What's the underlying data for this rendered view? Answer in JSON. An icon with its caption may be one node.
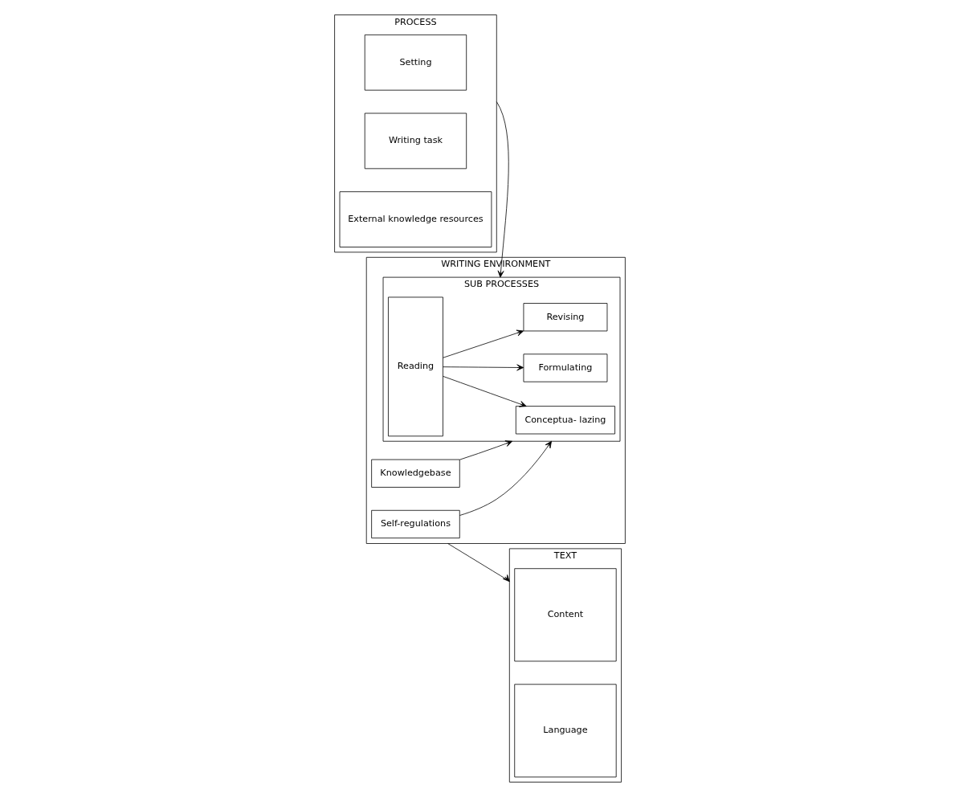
{
  "diagram": {
    "nodes": [
      {
        "text": [
          "PROCESS"
        ]
      },
      {
        "text": [
          "Setting"
        ],
        "in": 0
      },
      {
        "text": [
          "Writing task"
        ],
        "in": 0
      },
      {
        "text": [
          "External knowledge resources"
        ],
        "in": 0
      },
      {
        "text": [
          "WRITING ENVIRONMENT"
        ]
      },
      {
        "text": [
          "Self-regulations"
        ],
        "in": 4
      },
      {
        "text": [
          "SUB PROCESSES"
        ],
        "in": 4
      },
      {
        "text": [
          "Conceptua- lazing"
        ],
        "in": 6
      },
      {
        "text": [
          "Formulating"
        ],
        "in": 6
      },
      {
        "text": [
          "Revising"
        ],
        "in": 6
      },
      {
        "text": [
          "Reading"
        ],
        "in": 6
      },
      {
        "text": [
          "Knowledgebase"
        ],
        "in": 4
      },
      {
        "text": [
          "TEXT"
        ]
      },
      {
        "text": [
          "Content"
        ],
        "in": 12
      },
      {
        "text": [
          "Language"
        ],
        "in": 12
      }
    ],
    "edges": [
      {
        "from": 5,
        "to": 6,
        "arrow": "to"
      },
      {
        "from": 10,
        "to": 7,
        "arrow": "to"
      },
      {
        "from": 10,
        "to": 8,
        "arrow": "to"
      },
      {
        "from": 10,
        "to": 9,
        "arrow": "to"
      },
      {
        "from": 11,
        "to": 6,
        "arrow": "to"
      },
      {
        "from": 0,
        "to": 6,
        "arrow": "to"
      },
      {
        "from": 4,
        "to": 12,
        "arrow": "to"
      }
    ]
  }
}
